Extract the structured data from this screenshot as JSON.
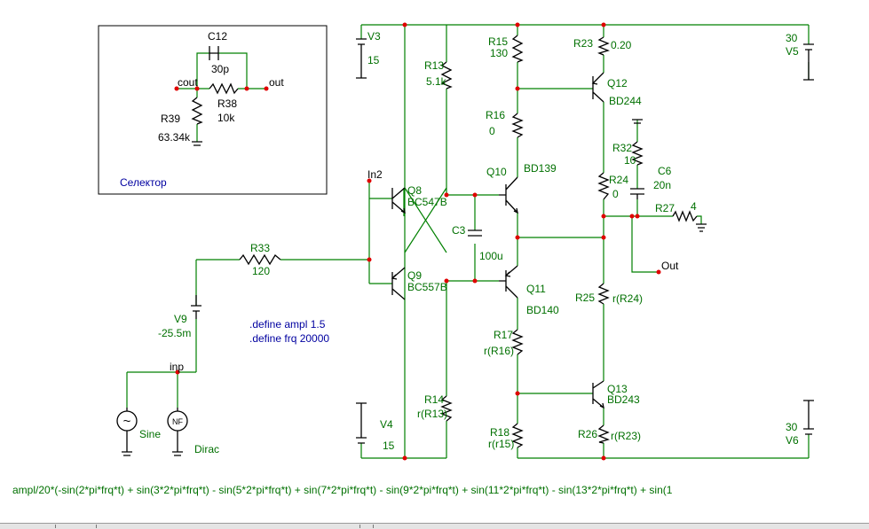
{
  "selector_box": {
    "title": "Селектор",
    "c12": {
      "name": "C12",
      "value": "30p"
    },
    "r38": {
      "name": "R38",
      "value": "10k"
    },
    "r39": {
      "name": "R39",
      "value": "63.34k"
    },
    "in_label": "cout",
    "out_label": "out"
  },
  "components": {
    "v3": {
      "name": "V3",
      "value": "15"
    },
    "v4": {
      "name": "V4",
      "value": "15"
    },
    "v5": {
      "name": "30",
      "value": "V5"
    },
    "v6": {
      "name": "30",
      "value": "V6"
    },
    "v9": {
      "name": "V9",
      "value": "-25.5m"
    },
    "r13": {
      "name": "R13",
      "value": "5.1k"
    },
    "r14": {
      "name": "R14",
      "value": "r(R13)"
    },
    "r15": {
      "name": "R15",
      "value": "130"
    },
    "r16": {
      "name": "R16",
      "value": "0"
    },
    "r17": {
      "name": "R17",
      "value": "r(R16)"
    },
    "r18": {
      "name": "R18",
      "value": "r(r15)"
    },
    "r23": {
      "name": "R23",
      "value": "0.20"
    },
    "r24": {
      "name": "R24",
      "value": "0"
    },
    "r25": {
      "name": "R25",
      "value": "r(R24)"
    },
    "r26": {
      "name": "R26",
      "value": "r(R23)"
    },
    "r27": {
      "name": "R27",
      "value": "4"
    },
    "r32": {
      "name": "R32",
      "value": "10"
    },
    "r33": {
      "name": "R33",
      "value": "120"
    },
    "c3": {
      "name": "C3",
      "value": "100u"
    },
    "c6": {
      "name": "C6",
      "value": "20n"
    },
    "q8": {
      "name": "Q8",
      "value": "BC547B"
    },
    "q9": {
      "name": "Q9",
      "value": "BC557B"
    },
    "q10": {
      "name": "Q10",
      "value": "BD139"
    },
    "q11": {
      "name": "Q11",
      "value": "BD140"
    },
    "q12": {
      "name": "Q12",
      "value": "BD244"
    },
    "q13": {
      "name": "Q13",
      "value": "BD243"
    },
    "sine": {
      "name": "Sine",
      "glyph": "~"
    },
    "dirac": {
      "name": "Dirac",
      "glyph": "NF"
    }
  },
  "nets": {
    "in2": "In2",
    "inp": "inp",
    "out": "Out"
  },
  "directives": [
    ".define ampl 1.5",
    ".define frq 20000"
  ],
  "formula": "ampl/20*(-sin(2*pi*frq*t) + sin(3*2*pi*frq*t) - sin(5*2*pi*frq*t) + sin(7*2*pi*frq*t) - sin(9*2*pi*frq*t) + sin(11*2*pi*frq*t) - sin(13*2*pi*frq*t) + sin(1",
  "colors": {
    "wire": "#008000",
    "node": "#e00000",
    "component": "#000000",
    "label": "#007000",
    "directive": "#0000a0"
  }
}
